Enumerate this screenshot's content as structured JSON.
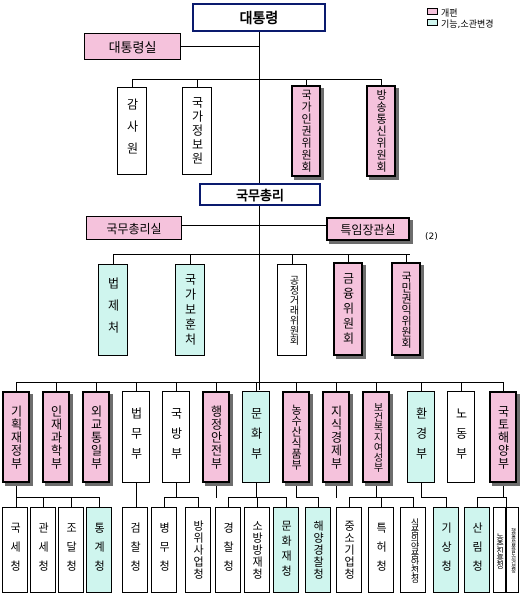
{
  "legend": {
    "items": [
      {
        "label": "개편",
        "color": "#f5c2dc"
      },
      {
        "label": "기능,소관변경",
        "color": "#cff5ee"
      }
    ]
  },
  "president": "대통령",
  "president_office": "대통령실",
  "president_committees": [
    "감사원",
    "국가정보원",
    "국가인권위원회",
    "방송통신위원회"
  ],
  "prime_minister": "국무총리",
  "pm_office": "국무총리실",
  "special_office": "특임장관실",
  "special_office_note": "(2)",
  "pm_agencies": [
    "법제처",
    "국가보훈처",
    "공정거래위원회",
    "금융위원회",
    "국민권익위원회"
  ],
  "ministries": [
    "기획재정부",
    "인재과학부",
    "외교통일부",
    "법무부",
    "국방부",
    "행정안전부",
    "문화부",
    "농수산식품부",
    "지식경제부",
    "보건복지여성부",
    "환경부",
    "노동부",
    "국토해양부"
  ],
  "agencies": [
    "국세청",
    "관세청",
    "조달청",
    "통계청",
    "검찰청",
    "병무청",
    "방위사업청",
    "경찰청",
    "소방방재청",
    "문화재청",
    "해양경찰청",
    "중소기업청",
    "특허청",
    "식품의약품안전청",
    "기상청",
    "산림청",
    "농촌진흥청",
    "행정중심복합도시건설청"
  ],
  "colors": {
    "pink": "#f5c2dc",
    "cyan": "#cff5ee",
    "navy": "#0a1a6e"
  }
}
